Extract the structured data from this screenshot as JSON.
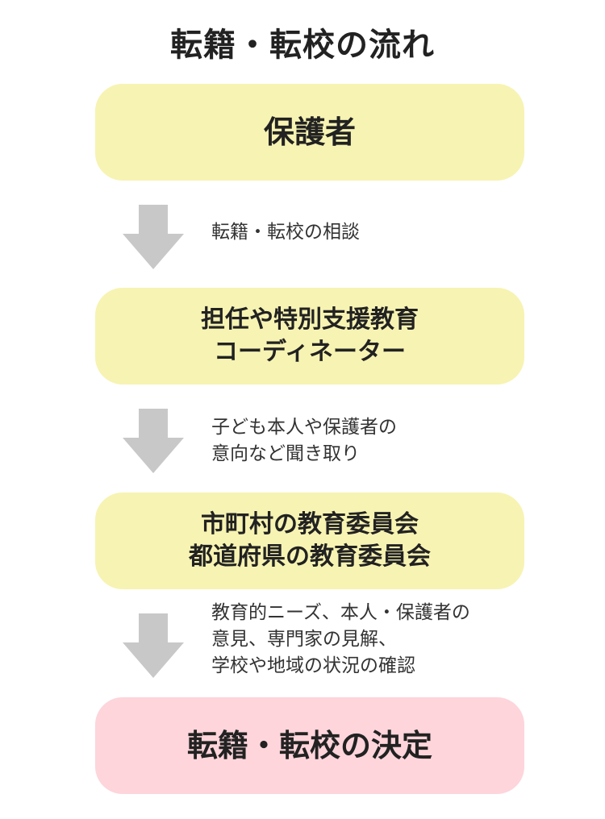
{
  "title": "転籍・転校の流れ",
  "steps": [
    {
      "lines": [
        "保護者"
      ],
      "color": "#f7f3b2"
    },
    {
      "lines": [
        "担任や特別支援教育",
        "コーディネーター"
      ],
      "color": "#f7f3b2"
    },
    {
      "lines": [
        "市町村の教育委員会",
        "都道府県の教育委員会"
      ],
      "color": "#f7f3b2"
    },
    {
      "lines": [
        "転籍・転校の決定"
      ],
      "color": "#fdd5db"
    }
  ],
  "transitions": [
    {
      "lines": [
        "転籍・転校の相談"
      ]
    },
    {
      "lines": [
        "子ども本人や保護者の",
        "意向など聞き取り"
      ]
    },
    {
      "lines": [
        "教育的ニーズ、本人・保護者の",
        "意見、専門家の見解、",
        "学校や地域の状況の確認"
      ]
    }
  ],
  "colors": {
    "arrow": "#c8c8c8",
    "step_default": "#f7f3b2",
    "step_final": "#fdd5db"
  }
}
